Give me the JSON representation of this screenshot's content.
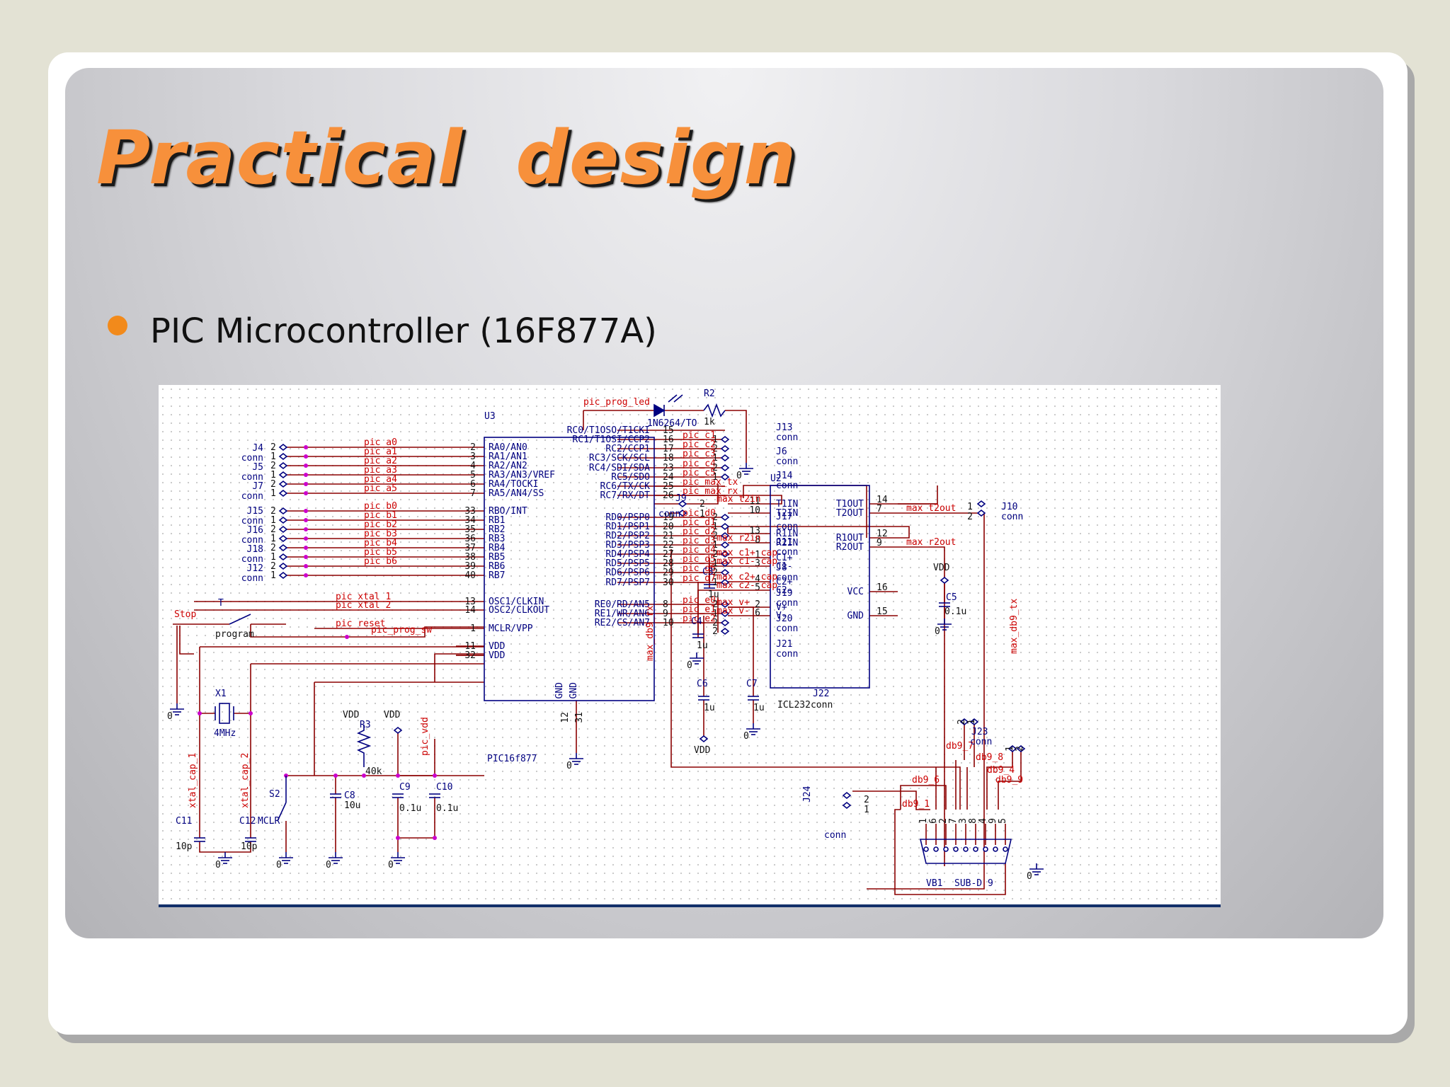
{
  "slide": {
    "title": "Practical  design",
    "bullet": "PIC Microcontroller (16F877A)"
  },
  "schematic": {
    "u3": {
      "ref": "U3",
      "part": "PIC16f877",
      "left_pins": [
        {
          "num": "2",
          "name": "RA0/AN0",
          "net": "pic_a0"
        },
        {
          "num": "3",
          "name": "RA1/AN1",
          "net": "pic_a1"
        },
        {
          "num": "4",
          "name": "RA2/AN2",
          "net": "pic_a2"
        },
        {
          "num": "5",
          "name": "RA3/AN3/VREF",
          "net": "pic_a3"
        },
        {
          "num": "6",
          "name": "RA4/TOCKI",
          "net": "pic_a4"
        },
        {
          "num": "7",
          "name": "RA5/AN4/SS",
          "net": "pic_a5"
        },
        {
          "num": "33",
          "name": "RBO/INT",
          "net": "pic_b0"
        },
        {
          "num": "34",
          "name": "RB1",
          "net": "pic_b1"
        },
        {
          "num": "35",
          "name": "RB2",
          "net": "pic_b2"
        },
        {
          "num": "36",
          "name": "RB3",
          "net": "pic_b3"
        },
        {
          "num": "37",
          "name": "RB4",
          "net": "pic_b4"
        },
        {
          "num": "38",
          "name": "RB5",
          "net": "pic_b5"
        },
        {
          "num": "39",
          "name": "RB6",
          "net": "pic_b6"
        },
        {
          "num": "40",
          "name": "RB7",
          "net": ""
        },
        {
          "num": "13",
          "name": "OSC1/CLKIN",
          "net": "pic_xtal_1"
        },
        {
          "num": "14",
          "name": "OSC2/CLKOUT",
          "net": "pic_xtal_2"
        },
        {
          "num": "1",
          "name": "MCLR/VPP",
          "net": "pic_reset"
        },
        {
          "num": "11",
          "name": "VDD",
          "net": ""
        },
        {
          "num": "32",
          "name": "VDD",
          "net": ""
        }
      ],
      "right_pins": [
        {
          "num": "15",
          "name": "RC0/T1OSO/T1CKI",
          "net": ""
        },
        {
          "num": "16",
          "name": "RC1/T1OSI/CCP2",
          "net": "pic_c1"
        },
        {
          "num": "17",
          "name": "RC2/CCP1",
          "net": "pic_c2"
        },
        {
          "num": "18",
          "name": "RC3/SCK/SCL",
          "net": "pic_c3"
        },
        {
          "num": "23",
          "name": "RC4/SDI/SDA",
          "net": "pic_c4"
        },
        {
          "num": "24",
          "name": "RC5/SDO",
          "net": "pic_c5"
        },
        {
          "num": "25",
          "name": "RC6/TX/CK",
          "net": "pic_max_tx"
        },
        {
          "num": "26",
          "name": "RC7/RX/DT",
          "net": "pic_max_rx"
        },
        {
          "num": "19",
          "name": "RD0/PSP0",
          "net": "pic_d0"
        },
        {
          "num": "20",
          "name": "RD1/PSP1",
          "net": "pic_d1"
        },
        {
          "num": "21",
          "name": "RD2/PSP2",
          "net": "pic_d2"
        },
        {
          "num": "22",
          "name": "RD3/PSP3",
          "net": "pic_d3"
        },
        {
          "num": "27",
          "name": "RD4/PSP4",
          "net": "pic_d4"
        },
        {
          "num": "28",
          "name": "RD5/PSP5",
          "net": "pic_d5"
        },
        {
          "num": "29",
          "name": "RD6/PSP6",
          "net": "pic_d6"
        },
        {
          "num": "30",
          "name": "RD7/PSP7",
          "net": "pic_d7"
        },
        {
          "num": "8",
          "name": "RE0/RD/AN5",
          "net": "pic_e0"
        },
        {
          "num": "9",
          "name": "RE1/WR/AN6",
          "net": "pic_e1"
        },
        {
          "num": "10",
          "name": "RE2/CS/AN7",
          "net": "pic_e2"
        }
      ],
      "gnd_pins": [
        "GND",
        "GND",
        "12",
        "31"
      ]
    },
    "left_conns": [
      {
        "ref": "J4",
        "sub": "conn"
      },
      {
        "ref": "J5",
        "sub": "conn"
      },
      {
        "ref": "J7",
        "sub": "conn"
      },
      {
        "ref": "J15",
        "sub": "conn"
      },
      {
        "ref": "J16",
        "sub": "conn"
      },
      {
        "ref": "J18",
        "sub": "conn"
      },
      {
        "ref": "J12",
        "sub": "conn"
      }
    ],
    "right_conns": [
      {
        "ref": "J13",
        "sub": "conn"
      },
      {
        "ref": "J6",
        "sub": "conn"
      },
      {
        "ref": "J14",
        "sub": "conn"
      },
      {
        "ref": "J17",
        "sub": "conn"
      },
      {
        "ref": "J11",
        "sub": "conn"
      },
      {
        "ref": "J8",
        "sub": "conn"
      },
      {
        "ref": "J19",
        "sub": "conn"
      },
      {
        "ref": "J20",
        "sub": "conn"
      },
      {
        "ref": "J21",
        "sub": "conn"
      }
    ],
    "misc": {
      "stop": "Stop",
      "t": "T",
      "program": "program",
      "pic_prog_sw": "pic_prog_sw",
      "x1": "X1",
      "freq": "4MHz",
      "c11": "C11",
      "c11v": "10p",
      "c12": "C12",
      "c12v": "10p",
      "xtal_cap_1": "xtal_cap_1",
      "xtal_cap_2": "xtal_cap_2",
      "vdd": "VDD",
      "r3": "R3",
      "r3v": "40k",
      "c8": "C8",
      "c8v": "10u",
      "s2": "S2",
      "mclr": "MCLR",
      "pic_vdd": "pic_vdd",
      "c9": "C9",
      "c9v": "0.1u",
      "c10": "C10",
      "c10v": "0.1u",
      "zero": "0",
      "one": "1",
      "two": "2",
      "pic_prog_led": "pic_prog_led",
      "led": "1N6264/TO",
      "r2": "R2",
      "r2v": "1k",
      "j9": "J9",
      "j10": "J10",
      "conn": "conn",
      "j24": "J24",
      "j22": "J22",
      "j23": "J23"
    },
    "u2": {
      "ref": "U2",
      "part": "ICL232conn",
      "left_pins": [
        {
          "num": "11",
          "name": "T1IN",
          "net": "max_t2in"
        },
        {
          "num": "10",
          "name": "T2IN",
          "net": ""
        },
        {
          "num": "13",
          "name": "R1IN",
          "net": ""
        },
        {
          "num": "8",
          "name": "R2IN",
          "net": "max_r2in"
        },
        {
          "num": "1",
          "name": "C1+",
          "net": "max_c1+_cap"
        },
        {
          "num": "3",
          "name": "C1-",
          "net": "max_c1-_cap"
        },
        {
          "num": "4",
          "name": "C2+",
          "net": "max_c2+_cap"
        },
        {
          "num": "5",
          "name": "C2-",
          "net": "max_c2-_cap"
        },
        {
          "num": "2",
          "name": "V+",
          "net": "max_v+"
        },
        {
          "num": "6",
          "name": "V-",
          "net": "max_v-"
        }
      ],
      "right_pins": [
        {
          "num": "14",
          "name": "T1OUT",
          "net": ""
        },
        {
          "num": "7",
          "name": "T2OUT",
          "net": "max_t2out"
        },
        {
          "num": "12",
          "name": "R1OUT",
          "net": ""
        },
        {
          "num": "9",
          "name": "R2OUT",
          "net": "max_r2out"
        },
        {
          "num": "16",
          "name": "VCC",
          "net": ""
        },
        {
          "num": "15",
          "name": "GND",
          "net": ""
        }
      ]
    },
    "caps": {
      "c3": "C3",
      "c4": "C4",
      "c5": "C5",
      "c6": "C6",
      "c7": "C7",
      "u1": "1u",
      "u01": "0.1u"
    },
    "max_db9_rx": "max_db9_rx",
    "max_db9_tx": "max_db9_tx",
    "db9": {
      "labels": [
        "db9_6",
        "db9_1",
        "db9_7",
        "db9_8",
        "db9_4",
        "db9_9"
      ],
      "pins": [
        "1",
        "6",
        "2",
        "7",
        "3",
        "8",
        "4",
        "9",
        "5"
      ],
      "ref": "VB1",
      "part": "SUB-D 9"
    }
  }
}
